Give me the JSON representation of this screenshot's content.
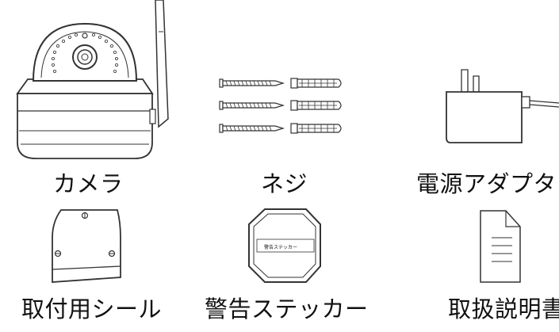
{
  "items": {
    "camera": {
      "label": "カメラ"
    },
    "screws": {
      "label": "ネジ"
    },
    "adapter": {
      "label": "電源アダプタ"
    },
    "mount": {
      "label": "取付用シール"
    },
    "sticker": {
      "label": "警告ステッカー",
      "text": "警告ステッカー"
    },
    "manual": {
      "label": "取扱説明書"
    }
  }
}
